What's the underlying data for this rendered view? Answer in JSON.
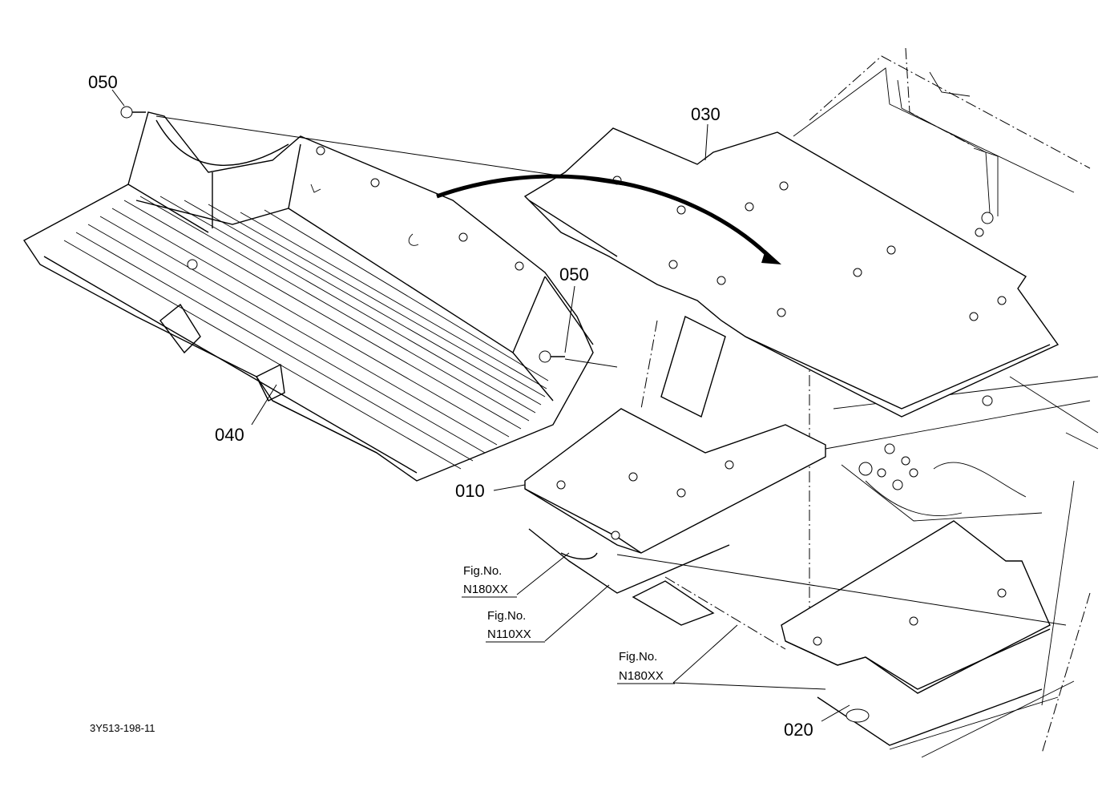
{
  "callouts": {
    "part_050_top": "050",
    "part_050_right": "050",
    "part_030": "030",
    "part_040": "040",
    "part_010": "010",
    "part_020": "020"
  },
  "figure_refs": [
    {
      "label": "Fig.No.",
      "number": "N180XX"
    },
    {
      "label": "Fig.No.",
      "number": "N110XX"
    },
    {
      "label": "Fig.No.",
      "number": "N180XX"
    }
  ],
  "document_id": "3Y513-198-11",
  "colors": {
    "ink": "#000000",
    "paper": "#ffffff"
  }
}
